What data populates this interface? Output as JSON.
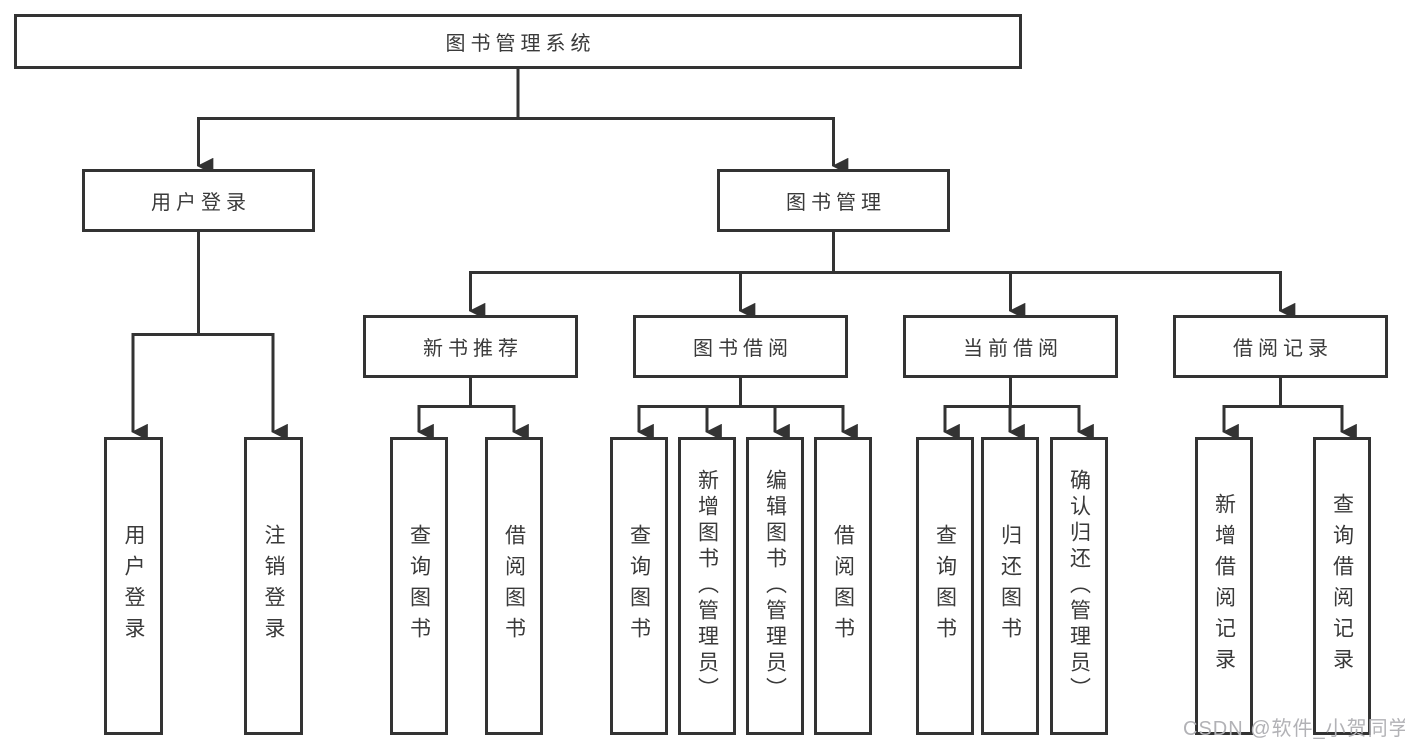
{
  "nodes": {
    "root": "图书管理系统",
    "user_login": "用户登录",
    "book_mgmt": "图书管理"
  },
  "user_login_children": [
    "用户登录",
    "注销登录"
  ],
  "sections": [
    {
      "label": "新书推荐",
      "leaves": [
        "查询图书",
        "借阅图书"
      ]
    },
    {
      "label": "图书借阅",
      "leaves": [
        "查询图书",
        "新增图书（管理员）",
        "编辑图书（管理员）",
        "借阅图书"
      ]
    },
    {
      "label": "当前借阅",
      "leaves": [
        "查询图书",
        "归还图书",
        "确认归还（管理员）"
      ]
    },
    {
      "label": "借阅记录",
      "leaves": [
        "新增借阅记录",
        "查询借阅记录"
      ]
    }
  ],
  "watermark": "CSDN @软件_小贺同学",
  "colors": {
    "line": "#333333",
    "text": "#3a3a3a",
    "watermark": "#b2b2b6",
    "background": "#ffffff"
  }
}
